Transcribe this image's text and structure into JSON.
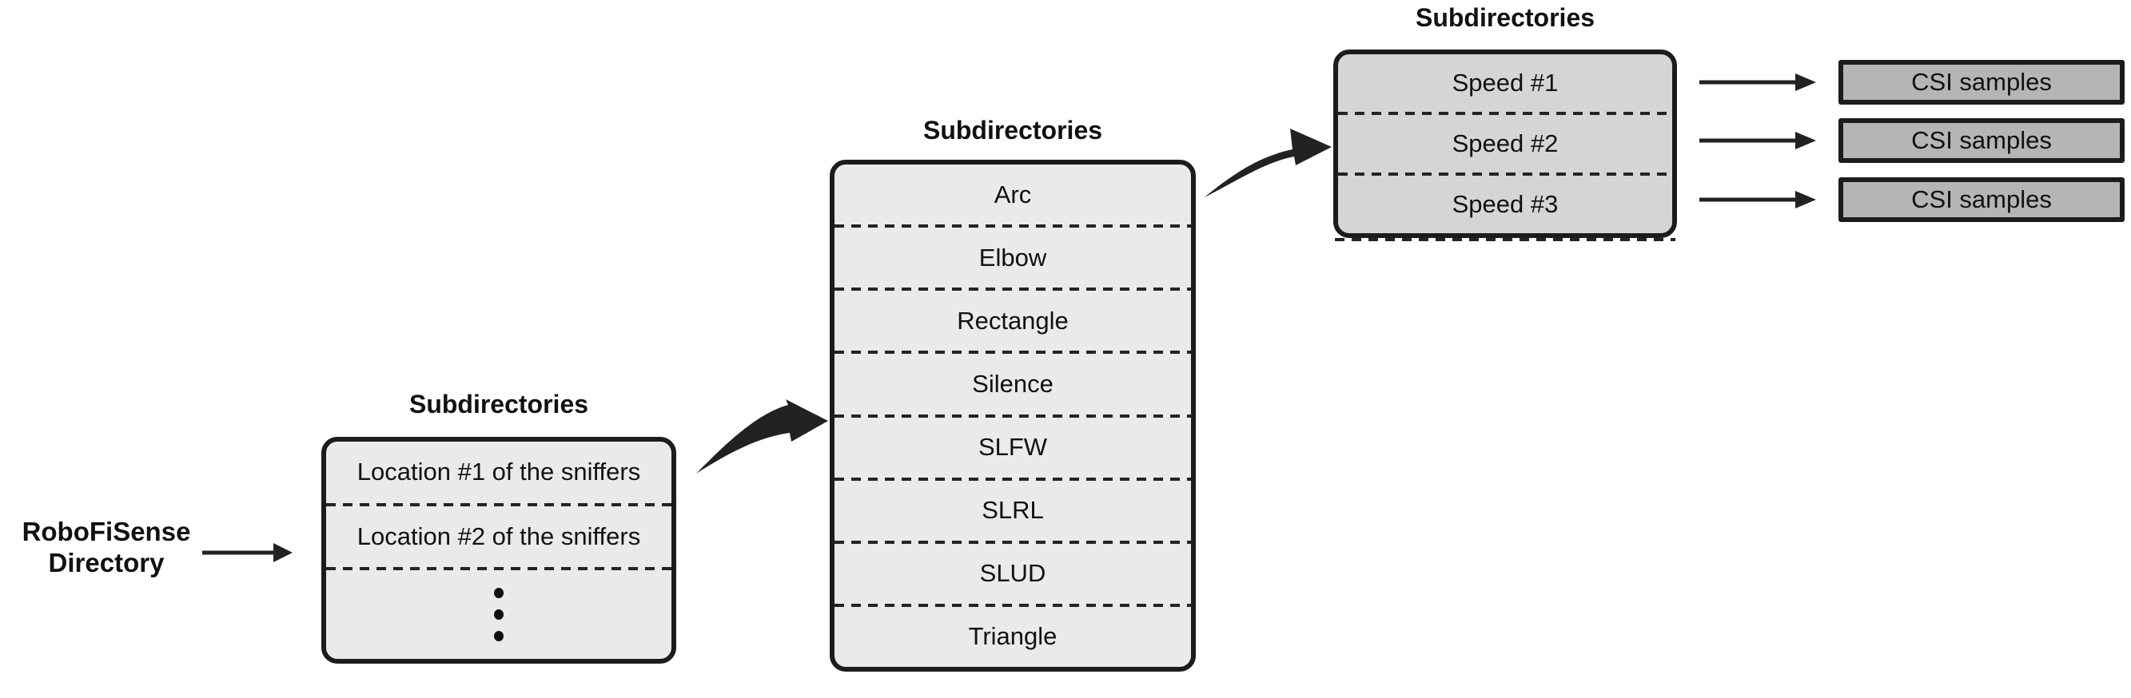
{
  "colors": {
    "background": "#ffffff",
    "border": "#1c1c1c",
    "text": "#111111",
    "dash": "#242424",
    "arrow": "#222222",
    "fill_light": "#eaeaea",
    "fill_medium": "#d5d5d7",
    "fill_dark": "#b5b5b5"
  },
  "root_label": {
    "line1": "RoboFiSense",
    "line2": "Directory"
  },
  "levels": {
    "locations": {
      "title": "Subdirectories",
      "rows": [
        "Location #1 of the sniffers",
        "Location #2 of the sniffers"
      ]
    },
    "activities": {
      "title": "Subdirectories",
      "rows": [
        "Arc",
        "Elbow",
        "Rectangle",
        "Silence",
        "SLFW",
        "SLRL",
        "SLUD",
        "Triangle"
      ]
    },
    "speeds": {
      "title": "Subdirectories",
      "rows": [
        "Speed #1",
        "Speed #2",
        "Speed #3"
      ]
    }
  },
  "outputs": {
    "labels": [
      "CSI samples",
      "CSI samples",
      "CSI samples"
    ]
  }
}
